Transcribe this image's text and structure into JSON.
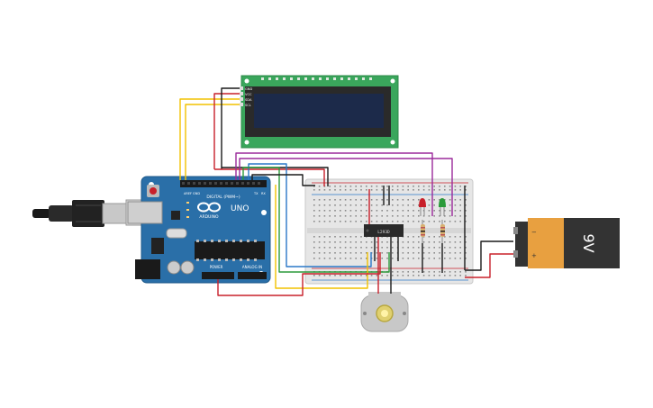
{
  "arduino": {
    "brand": "UNO",
    "digital_label": "DIGITAL (PWM~)",
    "power_label": "POWER",
    "analog_label": "ANALOG IN",
    "aref_label": "AREF",
    "gnd_label": "GND",
    "tx_label": "TX",
    "rx_label": "RX",
    "logo_text": "ARDUINO"
  },
  "lcd": {
    "pin_labels": [
      "GND",
      "VCC",
      "SDA",
      "SCL"
    ]
  },
  "breadboard": {
    "ic_label": "L293D"
  },
  "battery": {
    "voltage": "9V",
    "plus": "+",
    "minus": "−"
  },
  "colors": {
    "board": "#2a6fa8",
    "lcd_frame": "#3aa65c",
    "lcd_screen": "#1c2a4a",
    "wire_red": "#c8202a",
    "wire_black": "#1a1a1a",
    "wire_yellow": "#f2c200",
    "wire_purple": "#9b2a9b",
    "wire_blue": "#2a78c8",
    "wire_green": "#2a9a3a",
    "battery_top": "#e8a040",
    "battery_body": "#333333"
  }
}
